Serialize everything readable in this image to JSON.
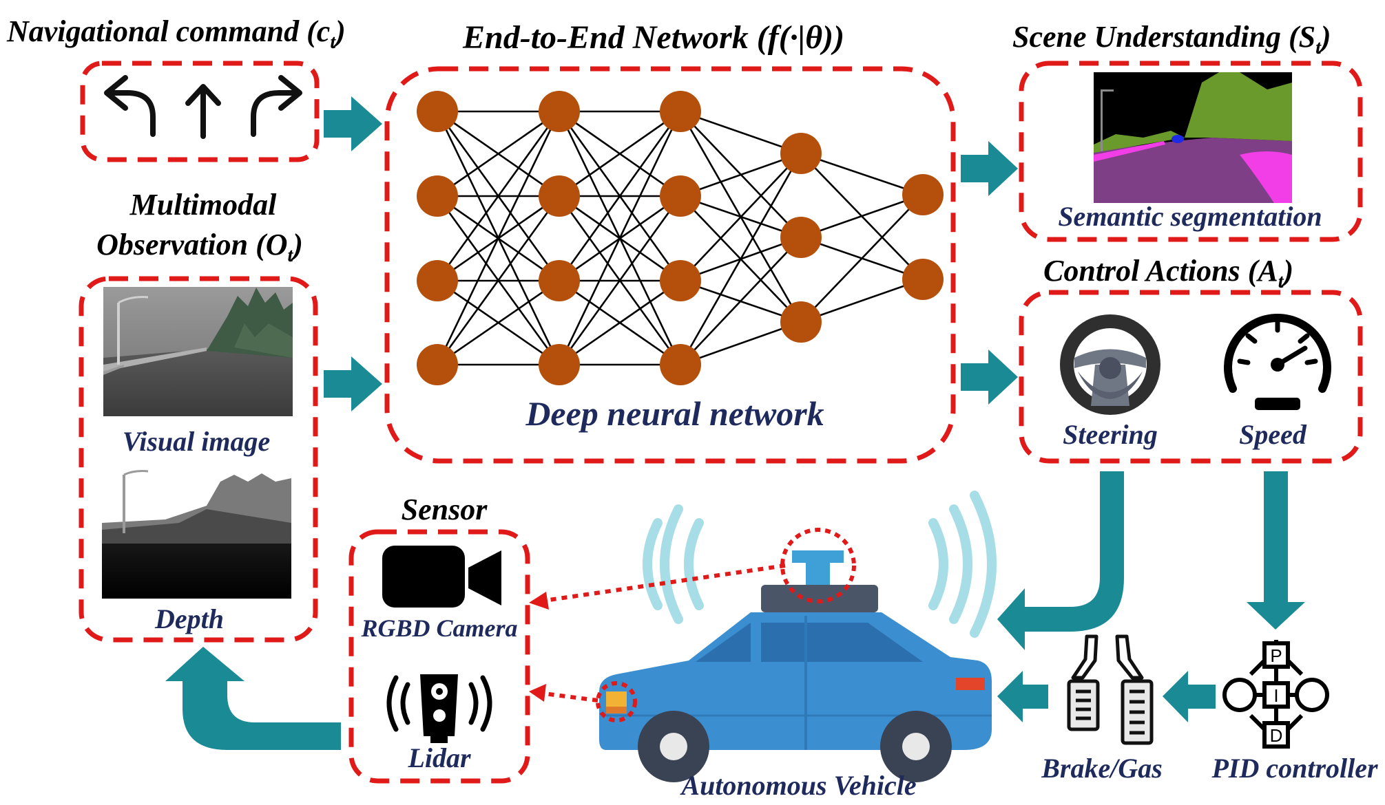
{
  "titles": {
    "navigational_command": "Navigational command",
    "navigational_command_symbol": "(c",
    "navigational_command_sub": "t",
    "network": "End-to-End Network",
    "network_symbol": "(f(·|θ))",
    "scene": "Scene Understanding",
    "scene_symbol": "(S",
    "scene_sub": "t",
    "observation_line1": "Multimodal",
    "observation_line2": "Observation",
    "observation_symbol": "(O",
    "observation_sub": "t",
    "control": "Control Actions",
    "control_symbol": "(A",
    "control_sub": "t",
    "sensor": "Sensor",
    "close_paren": ")"
  },
  "labels": {
    "deep_neural_network": "Deep neural network",
    "semantic_segmentation": "Semantic segmentation",
    "visual_image": "Visual image",
    "depth": "Depth",
    "steering": "Steering",
    "speed": "Speed",
    "rgbd_camera": "RGBD Camera",
    "lidar": "Lidar",
    "autonomous_vehicle": "Autonomous Vehicle",
    "brake_gas": "Brake/Gas",
    "pid_controller": "PID controller"
  },
  "pid_letters": [
    "P",
    "I",
    "D"
  ],
  "network_layers": [
    4,
    4,
    4,
    3,
    2
  ],
  "icons": [
    "turn-left-icon",
    "straight-arrow-icon",
    "turn-right-icon",
    "video-camera-icon",
    "lidar-icon",
    "steering-wheel-icon",
    "speedometer-icon",
    "pedals-icon",
    "pid-icon",
    "car-icon"
  ],
  "colors": {
    "dashed_box": "#e01919",
    "flow_arrow": "#1a8a95",
    "neuron": "#b5500c",
    "label_text": "#1f2a5c",
    "car_body": "#3b8ed0",
    "seg_road": "#7f3f86",
    "seg_sidewalk": "#f23ee6",
    "seg_vegetation": "#6b9a2c"
  }
}
